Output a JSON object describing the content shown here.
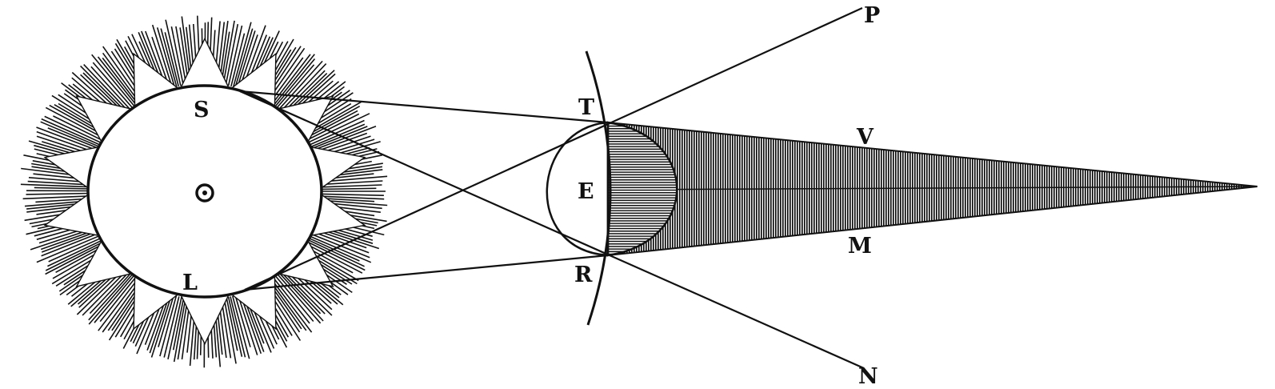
{
  "diagram": {
    "labels": {
      "s": "S",
      "l": "L",
      "sun_symbol": "⊙",
      "t": "T",
      "e": "E",
      "r": "R",
      "v": "V",
      "m": "M",
      "p": "P",
      "n": "N"
    },
    "colors": {
      "ink": "#111111",
      "paper": "#ffffff"
    }
  }
}
